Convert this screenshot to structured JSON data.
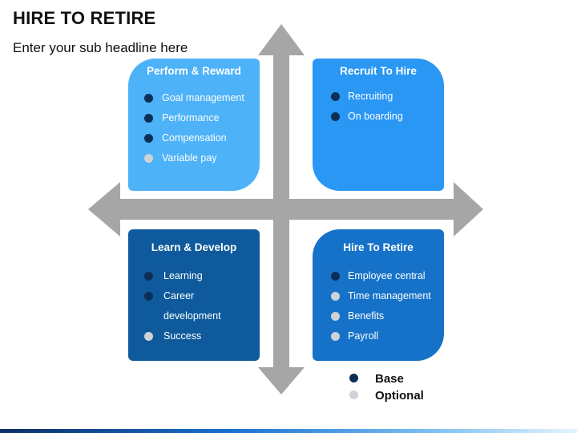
{
  "header": {
    "title": "HIRE TO RETIRE",
    "subtitle": "Enter your sub headline here"
  },
  "quadrants": {
    "top_left": {
      "title": "Perform & Reward",
      "color": "#4db2f8",
      "items": [
        {
          "label": "Goal management",
          "type": "base"
        },
        {
          "label": "Performance",
          "type": "base"
        },
        {
          "label": "Compensation",
          "type": "base"
        },
        {
          "label": "Variable pay",
          "type": "optional"
        }
      ]
    },
    "top_right": {
      "title": "Recruit To Hire",
      "color": "#2a97f5",
      "items": [
        {
          "label": "Recruiting",
          "type": "base"
        },
        {
          "label": "On boarding",
          "type": "base"
        }
      ]
    },
    "bottom_left": {
      "title": "Learn & Develop",
      "color": "#0e5a9c",
      "items": [
        {
          "label": "Learning",
          "type": "base"
        },
        {
          "label": "Career",
          "type": "base"
        },
        {
          "label": "development",
          "type": "none"
        },
        {
          "label": "Success",
          "type": "optional"
        }
      ]
    },
    "bottom_right": {
      "title": "Hire To Retire",
      "color": "#1672c8",
      "items": [
        {
          "label": "Employee central",
          "type": "base"
        },
        {
          "label": "Time management",
          "type": "optional"
        },
        {
          "label": "Benefits",
          "type": "optional"
        },
        {
          "label": "Payroll",
          "type": "optional"
        }
      ]
    }
  },
  "legend": {
    "base": {
      "label": "Base",
      "color": "#0c2f57"
    },
    "optional": {
      "label": "Optional",
      "color": "#cfd3d8"
    }
  },
  "arrow_color": "#a6a6a6"
}
